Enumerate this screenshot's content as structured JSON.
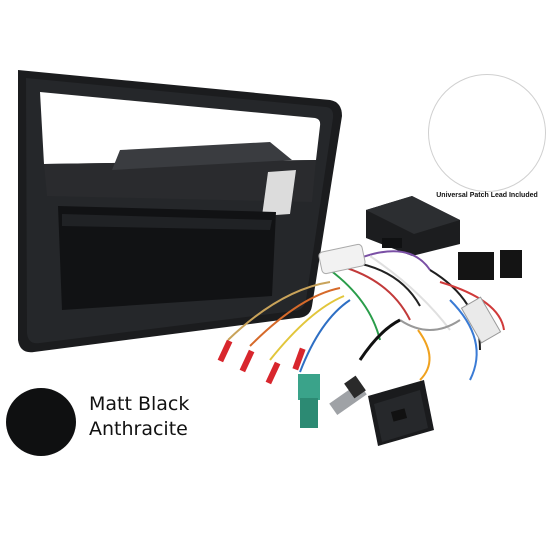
{
  "product": {
    "inset_caption": "Universal Patch Lead Included",
    "finish_line1": "Matt Black",
    "finish_line2": "Anthracite",
    "finish_color": "#0f1011"
  },
  "icons": [
    "fascia-panel",
    "wiring-harness",
    "control-box",
    "patch-lead",
    "color-swatch"
  ]
}
